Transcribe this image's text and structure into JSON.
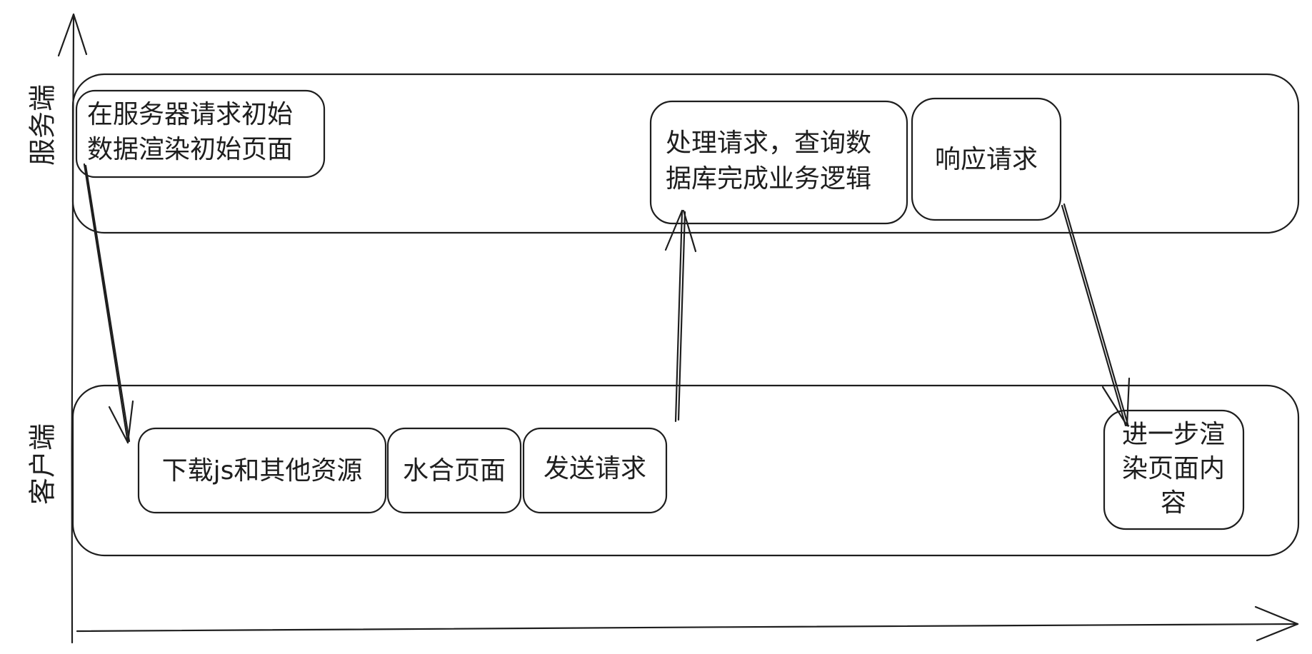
{
  "lanes": {
    "server": "服务端",
    "client": "客户端"
  },
  "nodes": {
    "server_render": [
      "在服务器请求初始",
      "数据渲染初始页面"
    ],
    "handle_request": [
      "处理请求，查询数",
      "据库完成业务逻辑"
    ],
    "respond": "响应请求",
    "download_js": "下载js和其他资源",
    "hydrate": "水合页面",
    "send_request": "发送请求",
    "further_render": [
      "进一步渲",
      "染页面内",
      "容"
    ]
  },
  "colors": {
    "stroke": "#1e1e1e",
    "background": "#ffffff"
  }
}
